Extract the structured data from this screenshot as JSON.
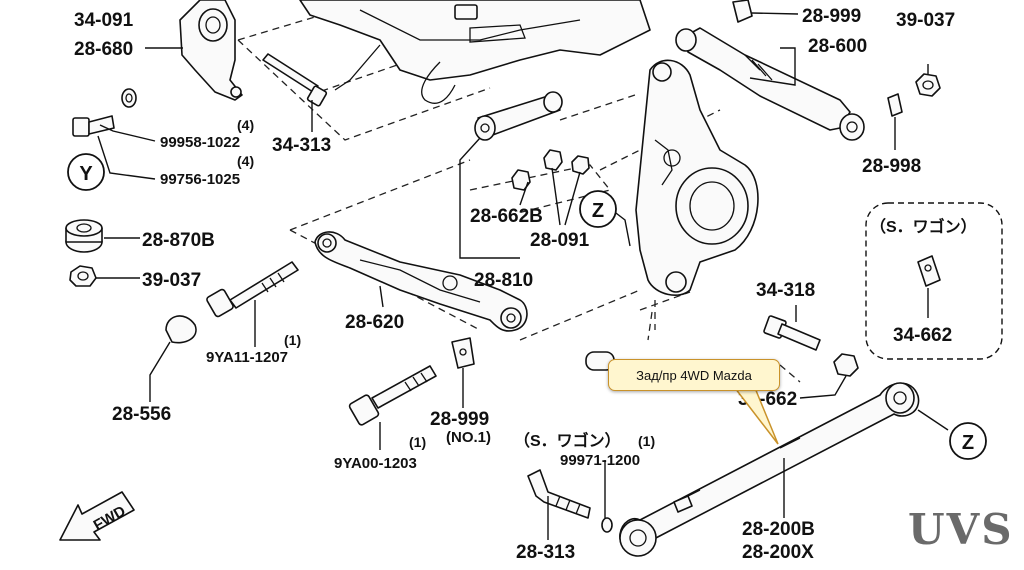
{
  "labels": {
    "p34_091_top": "34-091",
    "p28_680": "28-680",
    "p28_999_top": "28-999",
    "p39_037_top": "39-037",
    "p28_600": "28-600",
    "p34_313": "34-313",
    "p99958": "99958-1022",
    "p99958_qty": "(4)",
    "p99756": "99756-1025",
    "p99756_qty": "(4)",
    "y_marker": "Y",
    "p28_870b": "28-870B",
    "p28_662b": "28-662B",
    "z_marker_top": "Z",
    "p28_091": "28-091",
    "p28_998": "28-998",
    "wagon_box_title": "（S．ワゴン）",
    "p34_662_box": "34-662",
    "p39_037_left": "39-037",
    "p28_810": "28-810",
    "p34_318": "34-318",
    "p9ya11_qty": "(1)",
    "p9ya11": "9YA11-1207",
    "p28_620": "28-620",
    "p28_556": "28-556",
    "p34_662_right": "34-662",
    "p28_999_mid": "28-999",
    "p28_999_mid_note": "(NO.1)",
    "p9ya00_qty": "(1)",
    "p9ya00": "9YA00-1203",
    "wagon_note": "（S．ワゴン）",
    "p99971_qty": "(1)",
    "p99971": "99971-1200",
    "z_marker_right": "Z",
    "p28_200b": "28-200B",
    "p28_200x": "28-200X",
    "p28_313": "28-313",
    "fwd": "FWD"
  },
  "tooltip": {
    "text": "Зад/пр 4WD Mazda",
    "background": "#fff6cf",
    "border": "#c9922a"
  },
  "brand": {
    "text": "UVS",
    "color": "#6a6a6a"
  }
}
